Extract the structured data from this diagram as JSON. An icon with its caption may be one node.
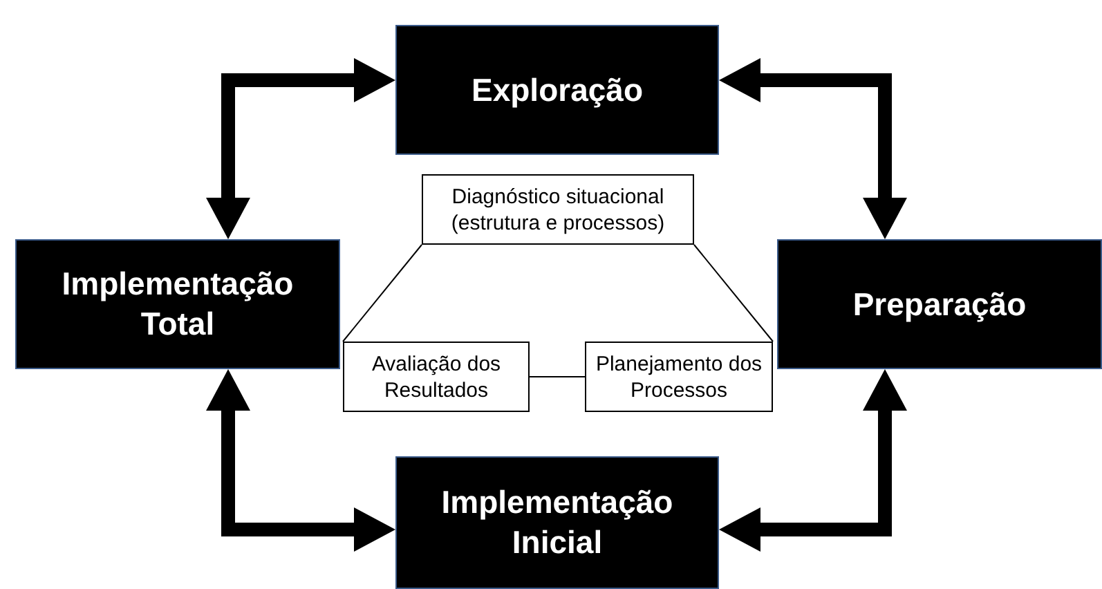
{
  "diagram": {
    "nodes": [
      {
        "text": [
          "Exploração"
        ]
      },
      {
        "text": [
          "Implementação Total"
        ]
      },
      {
        "text": [
          "Preparação"
        ]
      },
      {
        "text": [
          "Implementação Inicial"
        ]
      },
      {
        "text": [
          "Diagnóstico situacional (estrutura e processos)"
        ]
      },
      {
        "text": [
          "Avaliação dos Resultados"
        ]
      },
      {
        "text": [
          "Planejamento dos Processos"
        ]
      }
    ],
    "edges": [
      {
        "from": 0,
        "to": 1,
        "arrow": "both"
      },
      {
        "from": 0,
        "to": 2,
        "arrow": "both"
      },
      {
        "from": 1,
        "to": 3,
        "arrow": "both"
      },
      {
        "from": 2,
        "to": 3,
        "arrow": "both"
      },
      {
        "from": 4,
        "to": 5,
        "arrow": "none"
      },
      {
        "from": 4,
        "to": 6,
        "arrow": "none"
      },
      {
        "from": 5,
        "to": 6,
        "arrow": "none"
      }
    ]
  }
}
